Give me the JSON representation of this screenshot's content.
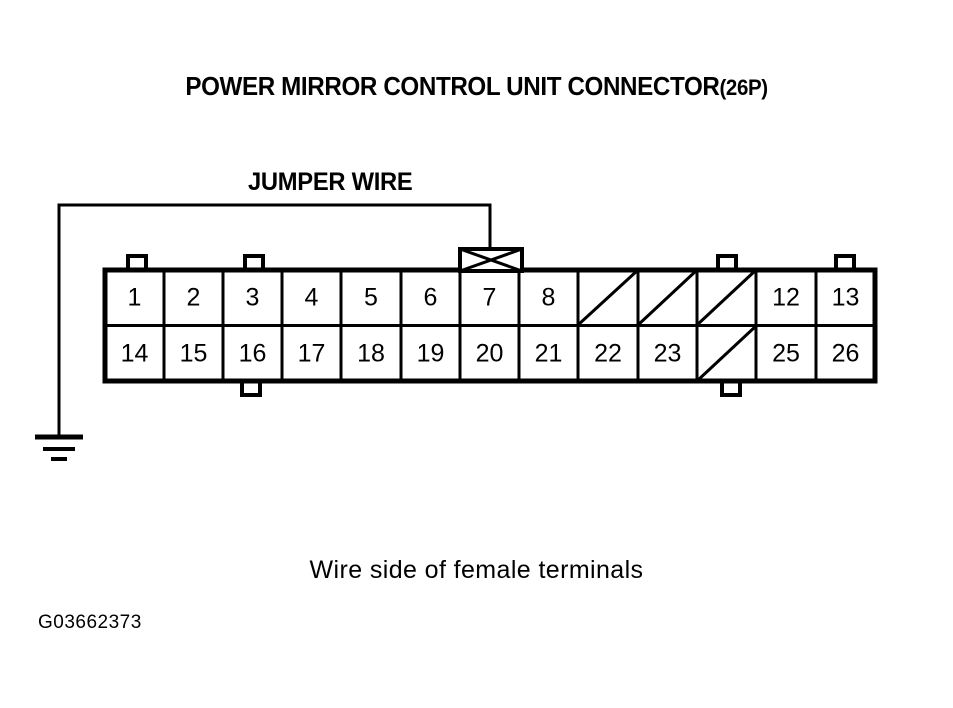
{
  "figure": {
    "title_main": "POWER MIRROR CONTROL UNIT CONNECTOR",
    "title_suffix": "(26P)",
    "caption": "Wire side of female terminals",
    "figure_code": "G03662373",
    "jumper_label": "JUMPER WIRE",
    "ink_color": "#000000",
    "background_color": "#ffffff"
  },
  "connector": {
    "total_pins": "26",
    "columns": 13,
    "rows": 2,
    "top_row": [
      {
        "label": "1",
        "blank": false
      },
      {
        "label": "2",
        "blank": false
      },
      {
        "label": "3",
        "blank": false
      },
      {
        "label": "4",
        "blank": false
      },
      {
        "label": "5",
        "blank": false
      },
      {
        "label": "6",
        "blank": false
      },
      {
        "label": "7",
        "blank": false
      },
      {
        "label": "8",
        "blank": false
      },
      {
        "label": "",
        "blank": true
      },
      {
        "label": "",
        "blank": true
      },
      {
        "label": "",
        "blank": true
      },
      {
        "label": "12",
        "blank": false
      },
      {
        "label": "13",
        "blank": false
      }
    ],
    "bottom_row": [
      {
        "label": "14",
        "blank": false
      },
      {
        "label": "15",
        "blank": false
      },
      {
        "label": "16",
        "blank": false
      },
      {
        "label": "17",
        "blank": false
      },
      {
        "label": "18",
        "blank": false
      },
      {
        "label": "19",
        "blank": false
      },
      {
        "label": "20",
        "blank": false
      },
      {
        "label": "21",
        "blank": false
      },
      {
        "label": "22",
        "blank": false
      },
      {
        "label": "23",
        "blank": false
      },
      {
        "label": "",
        "blank": true
      },
      {
        "label": "25",
        "blank": false
      },
      {
        "label": "26",
        "blank": false
      }
    ]
  },
  "jumper_wire": {
    "connected_pin": "7",
    "ground_symbol": "earth-ground",
    "probe_symbol": "crossed-box"
  }
}
